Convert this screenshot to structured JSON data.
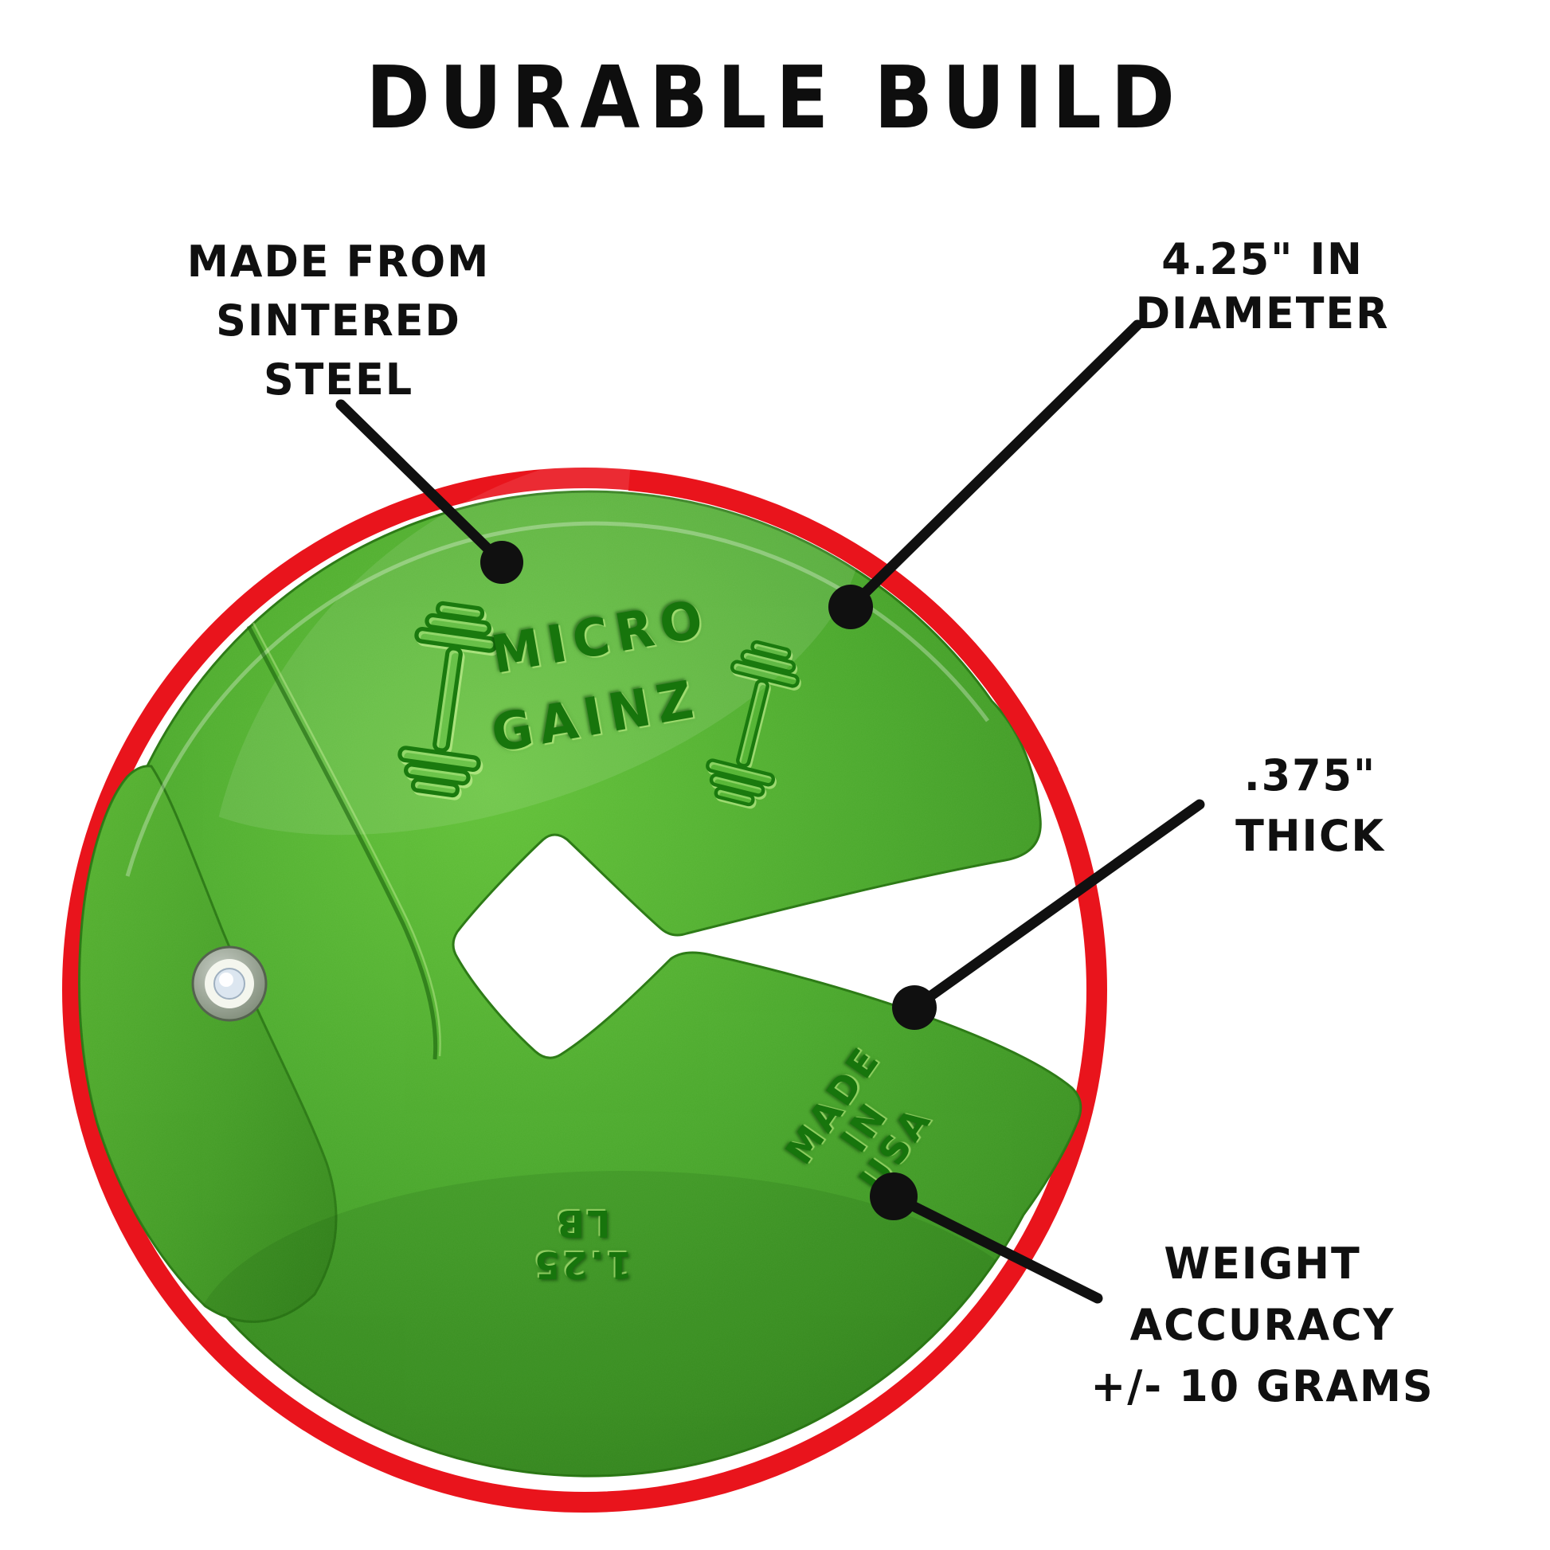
{
  "title": "DURABLE BUILD",
  "callouts": {
    "material": {
      "lines": [
        "MADE FROM",
        "SINTERED",
        "STEEL"
      ]
    },
    "diameter": {
      "lines": [
        "4.25\" IN",
        "DIAMETER"
      ]
    },
    "thickness": {
      "lines": [
        ".375\"",
        "THICK"
      ]
    },
    "accuracy": {
      "lines": [
        "WEIGHT",
        "ACCURACY",
        "+/- 10 GRAMS"
      ]
    }
  },
  "plate": {
    "brand": {
      "top": "MICRO",
      "bottom": "GAINZ"
    },
    "origin_stamp": {
      "lines": [
        "MADE",
        "IN",
        "USA"
      ]
    },
    "weight_stamp": {
      "lines": [
        "1.25",
        "LB"
      ]
    }
  },
  "colors": {
    "plate_green": "#46a028",
    "ring_red": "#e9141c",
    "text_black": "#101010",
    "emboss_green": "#17750c"
  }
}
